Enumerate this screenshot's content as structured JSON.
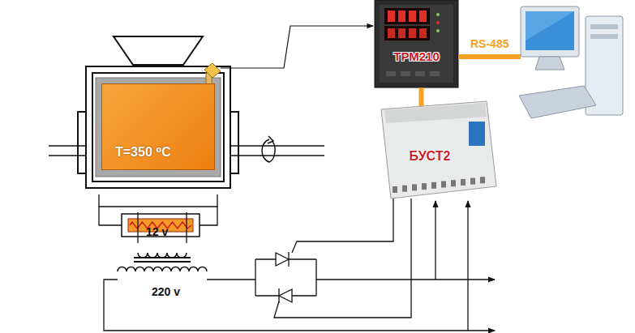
{
  "diagram": {
    "nodes": [
      {
        "text": [
          "T=350 ⁰C"
        ]
      },
      {
        "text": [
          "ТРМ210"
        ]
      },
      {
        "text": [
          "БУСТ2"
        ]
      }
    ],
    "edges": [
      {
        "from": 1,
        "to": 2,
        "arrow": "none"
      }
    ],
    "labels": [
      "12 v",
      "220 v",
      "RS-485"
    ]
  }
}
